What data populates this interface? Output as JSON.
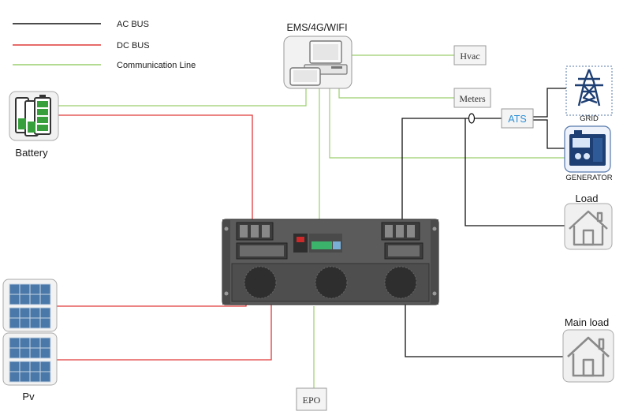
{
  "legend": {
    "ac_bus": "AC BUS",
    "dc_bus": "DC BUS",
    "comm_line": "Communication Line"
  },
  "colors": {
    "ac_bus": "#111111",
    "dc_bus": "#e03a3a",
    "comm_line": "#9ccf6e",
    "device_gray": "#5b5b5b",
    "ats_text": "#2a8fd6"
  },
  "nodes": {
    "ems": "EMS/4G/WIFI",
    "hvac": "Hvac",
    "meters": "Meters",
    "ats": "ATS",
    "grid": "GRID",
    "generator": "GENERATOR",
    "battery": "Battery",
    "load": "Load",
    "main_load": "Main load",
    "pv": "Pv",
    "epo": "EPO"
  },
  "icons": {
    "ems": "computer-workstation-icon",
    "battery": "battery-stack-icon",
    "grid": "transmission-tower-icon",
    "generator": "generator-icon",
    "load": "house-icon",
    "main_load": "house-icon",
    "pv": "solar-panel-icon",
    "inverter": "inverter-rack-icon"
  }
}
